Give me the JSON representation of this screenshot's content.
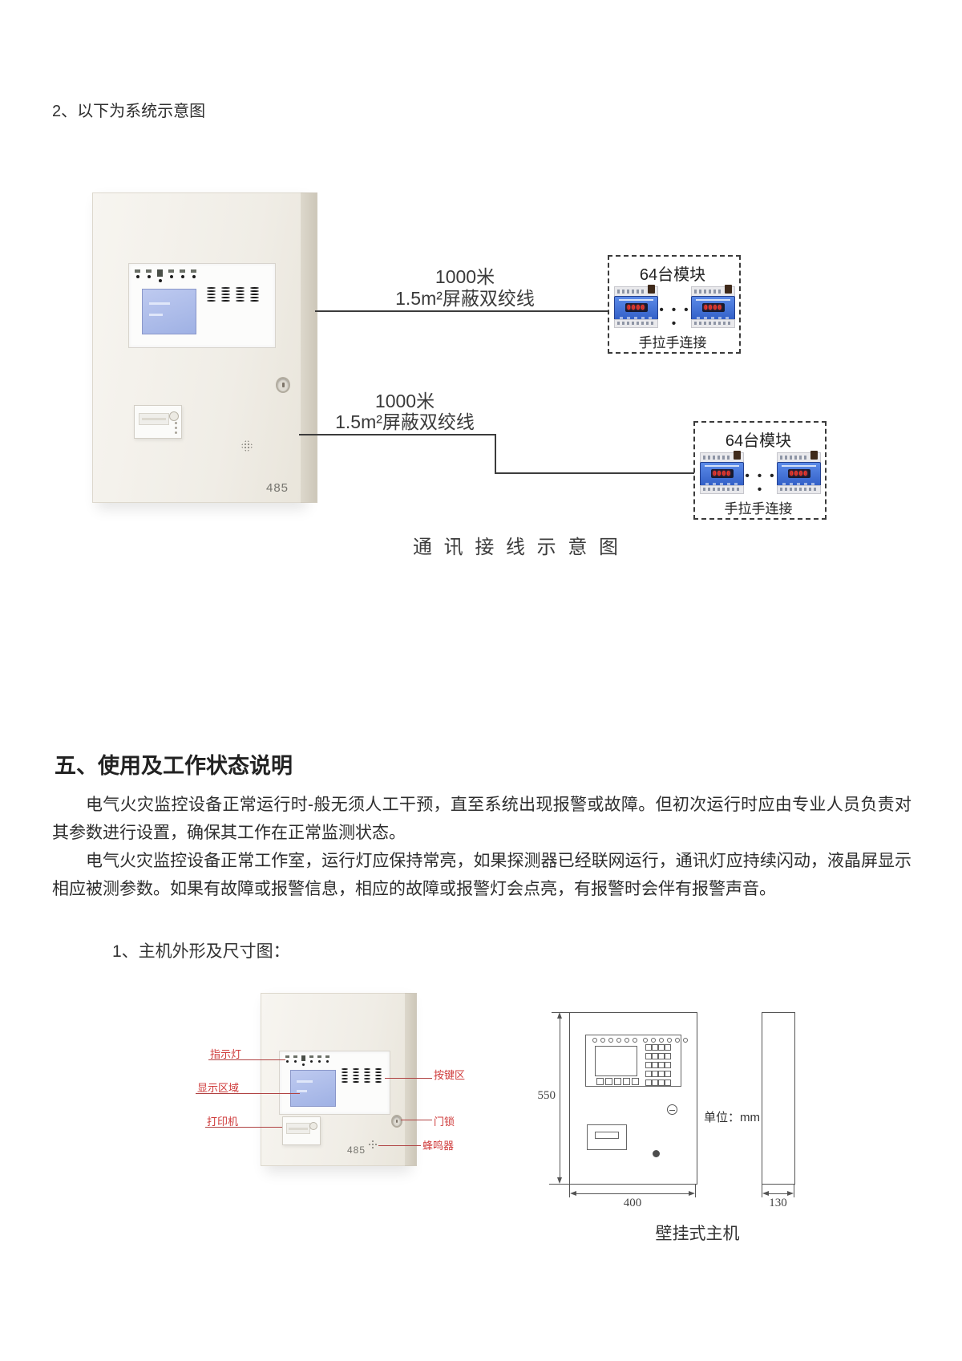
{
  "page": {
    "heading2": "2、以下为系统示意图",
    "wiring_diagram": {
      "caption": "通 讯 接 线 示 意 图",
      "panel": {
        "label_485": "485"
      },
      "bus1": {
        "length": "1000米",
        "cable": "1.5m²屏蔽双绞线"
      },
      "bus2": {
        "length": "1000米",
        "cable": "1.5m²屏蔽双绞线"
      },
      "group1": {
        "title": "64台模块",
        "connection": "手拉手连接",
        "led": "0000",
        "dots": "• • • •"
      },
      "group2": {
        "title": "64台模块",
        "connection": "手拉手连接",
        "led": "0000",
        "dots": "• • • •"
      }
    },
    "section5": {
      "heading": "五、使用及工作状态说明",
      "para1": "电气火灾监控设备正常运行时-般无须人工干预，直至系统出现报警或故障。但初次运行时应由专业人员负责对其参数进行设置，确保其工作在正常监测状态。",
      "para2": "电气火灾监控设备正常工作室，运行灯应保持常亮，如果探测器已经联网运行，通讯灯应持续闪动，液晶屏显示相应被测参数。如果有故障或报警信息，相应的故障或报警灯会点亮，有报警时会伴有报警声音。",
      "item1_heading": "1、主机外形及尺寸图："
    },
    "host_diagram": {
      "callouts": {
        "indicator_light": "指示灯",
        "display_area": "显示区域",
        "printer": "打印机",
        "keypad": "按键区",
        "door_lock": "门锁",
        "buzzer": "蜂鸣器"
      },
      "panel_label_485": "485",
      "dimensions": {
        "height": "550",
        "width": "400",
        "depth": "130",
        "unit": "单位：mm"
      },
      "caption": "壁挂式主机"
    }
  }
}
